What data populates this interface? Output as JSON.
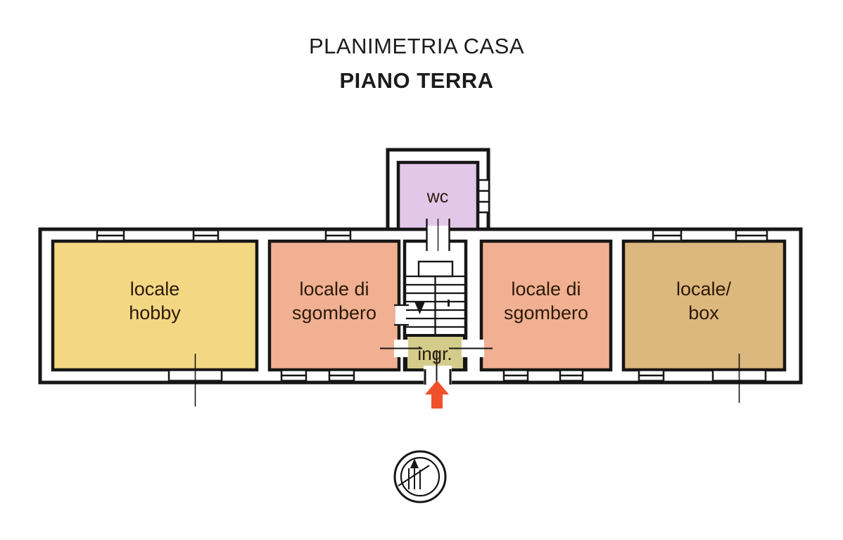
{
  "title": {
    "line1": "PLANIMETRIA CASA",
    "line2": "PIANO TERRA"
  },
  "plan": {
    "wall_color": "#161616",
    "label_color": "#2b1a08",
    "background": "#ffffff",
    "entrance_arrow_color": "#f0502c",
    "rooms": {
      "wc": {
        "label": "wc",
        "color": "#e3c7e9"
      },
      "hobby": {
        "line1": "locale",
        "line2": "hobby",
        "color": "#f3d783"
      },
      "sgombero_left": {
        "line1": "locale di",
        "line2": "sgombero",
        "color": "#f1b092"
      },
      "sgombero_right": {
        "line1": "locale di",
        "line2": "sgombero",
        "color": "#f1b092"
      },
      "box": {
        "line1": "locale/",
        "line2": "box",
        "color": "#dcb77e"
      },
      "ingresso": {
        "label": "ingr.",
        "color": "#d3cc8b"
      }
    },
    "icons": {
      "entrance_arrow": "entrance-arrow-icon",
      "north_compass": "north-compass-icon",
      "staircase": "staircase-icon"
    }
  }
}
